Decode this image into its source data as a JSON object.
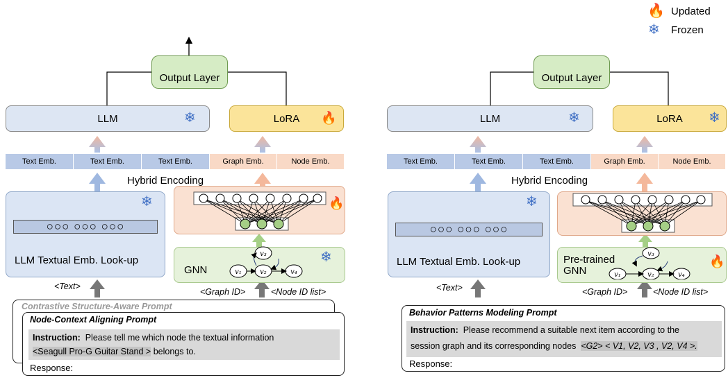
{
  "legend": {
    "updated": "Updated",
    "frozen": "Frozen",
    "updated_icon": "flame-icon",
    "frozen_icon": "snowflake-icon"
  },
  "left": {
    "output_layer": "Output Layer",
    "llm": "LLM",
    "lora": "LoRA",
    "emb_strip": [
      "Text Emb.",
      "Text Emb.",
      "Text Emb.",
      "Graph Emb.",
      "Node Emb."
    ],
    "hybrid": "Hybrid Encoding",
    "lookup": "LLM Textual Emb. Look-up",
    "gnn": "GNN",
    "nodes": [
      "v1",
      "v2",
      "v3",
      "v4"
    ],
    "text_input": "<Text>",
    "graph_input": "<Graph ID>",
    "node_input": "<Node ID list>",
    "prompt_back_title": "Contrastive Structure-Aware Prompt",
    "prompt_title": "Node-Context Aligning Prompt",
    "instruction_label": "Instruction:",
    "instruction_text": "Please tell me which node the textual information",
    "instruction_text2": "<Seagull Pro-G Guitar Stand >",
    "instruction_text3": "belongs to.",
    "response": "Response:"
  },
  "right": {
    "output_layer": "Output Layer",
    "llm": "LLM",
    "lora": "LoRA",
    "emb_strip": [
      "Text Emb.",
      "Text Emb.",
      "Text Emb.",
      "Graph Emb.",
      "Node Emb."
    ],
    "hybrid": "Hybrid Encoding",
    "lookup": "LLM Textual Emb. Look-up",
    "gnn": "Pre-trained\nGNN",
    "text_input": "<Text>",
    "graph_input": "<Graph ID>",
    "node_input": "<Node ID list>",
    "prompt_title": "Behavior Patterns Modeling Prompt",
    "instruction_label": "Instruction:",
    "instruction_text": "Please recommend a suitable next item according to the",
    "instruction_text2": "session graph and its corresponding nodes",
    "instruction_seq": "<G2> < V1, V2, V3 , V2, V4 >.",
    "response": "Response:"
  }
}
